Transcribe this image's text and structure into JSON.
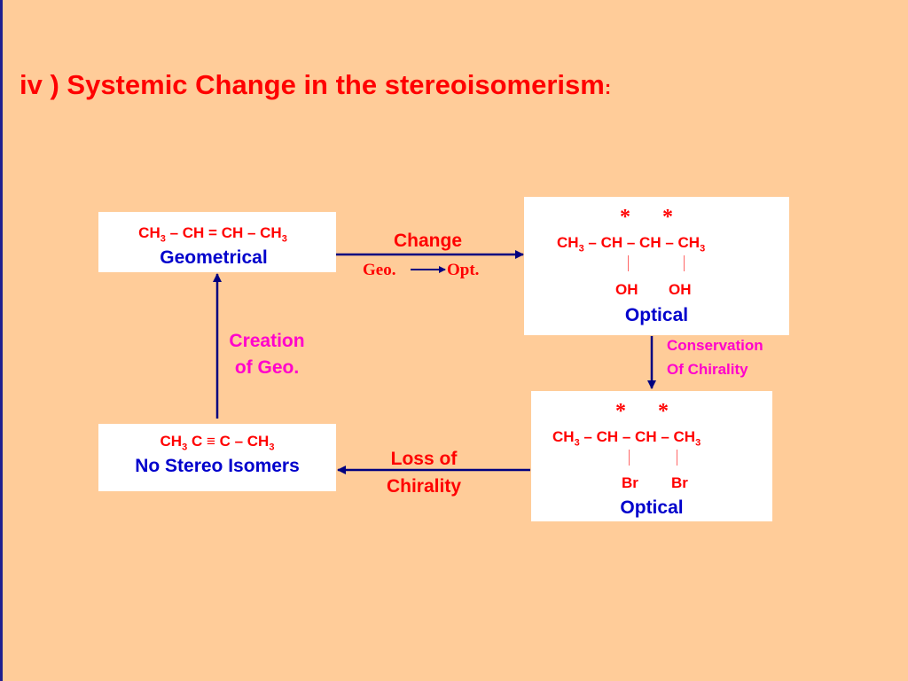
{
  "slide": {
    "title": "iv ) Systemic Change in the stereoisomerism",
    "title_colon": ":"
  },
  "boxes": {
    "geometrical": {
      "formula": [
        "CH",
        "3",
        " – CH = CH – CH",
        "3"
      ],
      "label": "Geometrical"
    },
    "optical_oh": {
      "stars": [
        "*",
        "*"
      ],
      "formula": [
        "CH",
        "3",
        " – CH – CH – CH",
        "3"
      ],
      "substituents": [
        "OH",
        "OH"
      ],
      "label": "Optical"
    },
    "optical_br": {
      "stars": [
        "*",
        "*"
      ],
      "formula": [
        "CH",
        "3",
        " – CH – CH – CH",
        "3"
      ],
      "substituents": [
        "Br",
        "Br"
      ],
      "label": "Optical"
    },
    "alkyne": {
      "formula": [
        "CH",
        "3",
        " C ≡ C – CH",
        "3"
      ],
      "label": "No Stereo Isomers"
    }
  },
  "transitions": {
    "change": {
      "label": "Change",
      "from": "Geo.",
      "to": "Opt."
    },
    "conservation": {
      "line1": "Conservation",
      "line2": "Of Chirality"
    },
    "loss": {
      "line1": "Loss of",
      "line2": "Chirality"
    },
    "creation": {
      "line1": "Creation",
      "line2": "of Geo."
    }
  },
  "colors": {
    "background": "#FFCC99",
    "title": "#ff0000",
    "formula": "#ff0000",
    "label": "#0000cc",
    "conservation": "#ff00cc",
    "creation": "#ff00cc",
    "arrow": "#000080"
  }
}
